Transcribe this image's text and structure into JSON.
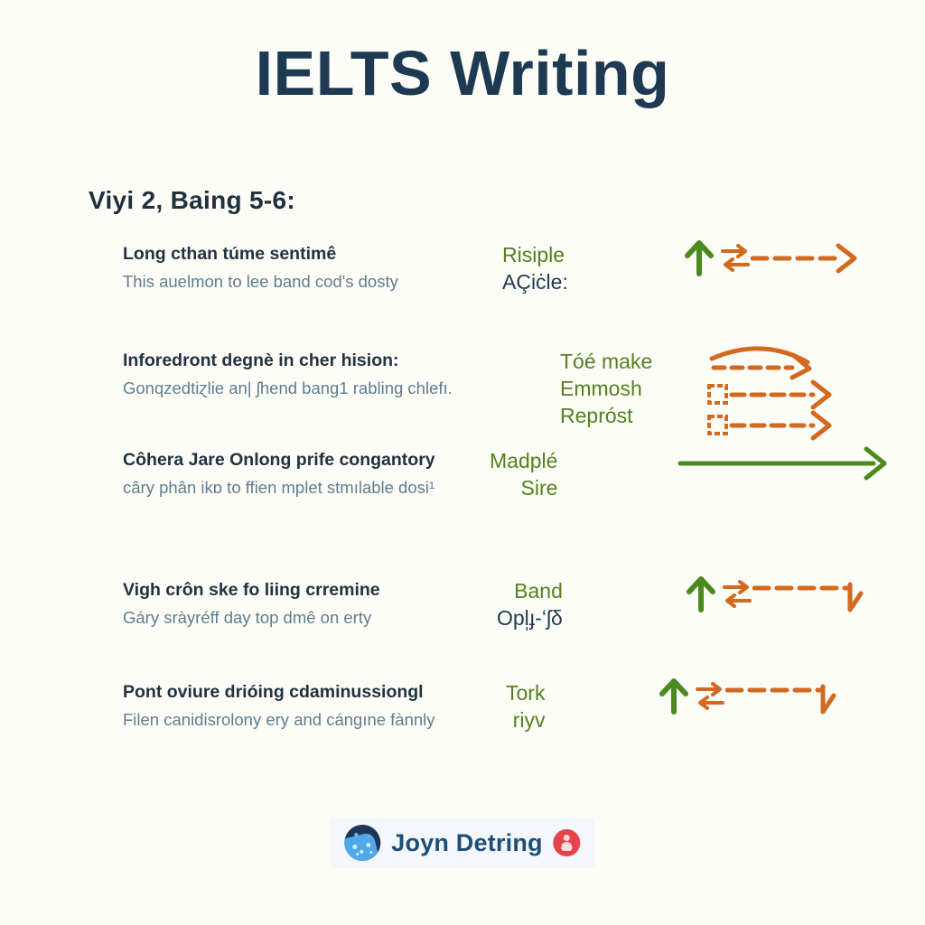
{
  "header": {
    "title": "IELTS Writing"
  },
  "subtitle": "Viyi 2, Baing 5-6:",
  "rows": [
    {
      "title": "Long cthan túme sentimê",
      "sub": "This auelmon to lee band cod's dosty",
      "labels": [
        {
          "text": "Risiple",
          "color": "green"
        },
        {
          "text": "AÇiċle:",
          "color": "dark"
        }
      ],
      "label_align": "left",
      "icons": [
        "up-arrow-swap-dashed-right-arrow-icon"
      ]
    },
    {
      "title": "Inforedront degnè in cher hision:",
      "sub": "Gonqzedtiɀlie an| ʃhend bang1 rabling chlefı.",
      "labels": [
        {
          "text": "Tóé make",
          "color": "green"
        },
        {
          "text": "Emmosh",
          "color": "green"
        },
        {
          "text": "Repróst",
          "color": "green"
        }
      ],
      "label_align": "left",
      "icons": [
        "curved-dashed-arrow-icon",
        "square-dashed-arrow-icon",
        "square-dashed-arrow-icon"
      ]
    },
    {
      "title": "Côhera Jare Onlong prife congantory",
      "sub": "câry phân ikɒ to ffien mplet stmılable dosi¹",
      "labels": [
        {
          "text": "Madplé",
          "color": "green"
        },
        {
          "text": "Sire",
          "color": "green"
        }
      ],
      "label_align": "right",
      "icons": [
        "solid-green-right-arrow-icon"
      ]
    },
    {
      "title": "Vigh crôn ske fo liing crremine",
      "sub": "Gáry sràyréff day top dmê on erty",
      "labels": [
        {
          "text": "Band",
          "color": "green"
        },
        {
          "text": "Opl̩ɟ-ʻʃδ",
          "color": "dark"
        }
      ],
      "label_align": "right",
      "icons": [
        "up-arrow-swap-dashed-down-arrow-icon"
      ]
    },
    {
      "title": "Pont oviure drióing cdaminussiongl",
      "sub": "Filen canidisrolony ery and cánɡıne fànnly",
      "labels": [
        {
          "text": "Tork",
          "color": "green"
        },
        {
          "text": "riyv",
          "color": "green"
        }
      ],
      "label_align": "right",
      "icons": [
        "up-arrow-swap-dashed-down-arrow-icon"
      ]
    }
  ],
  "footer": {
    "brand": "Joyn Detring",
    "globe_icon": "globe-icon",
    "badge_icon": "badge-icon"
  },
  "colors": {
    "background": "#fdfdf8",
    "title": "#1d3a52",
    "row_title": "#22323f",
    "row_sub": "#5f7d8c",
    "green": "#55801f",
    "dark_label": "#1f3c50",
    "orange": "#d2691e",
    "brand_blue": "#1d4e79",
    "badge_red": "#e8424a"
  }
}
